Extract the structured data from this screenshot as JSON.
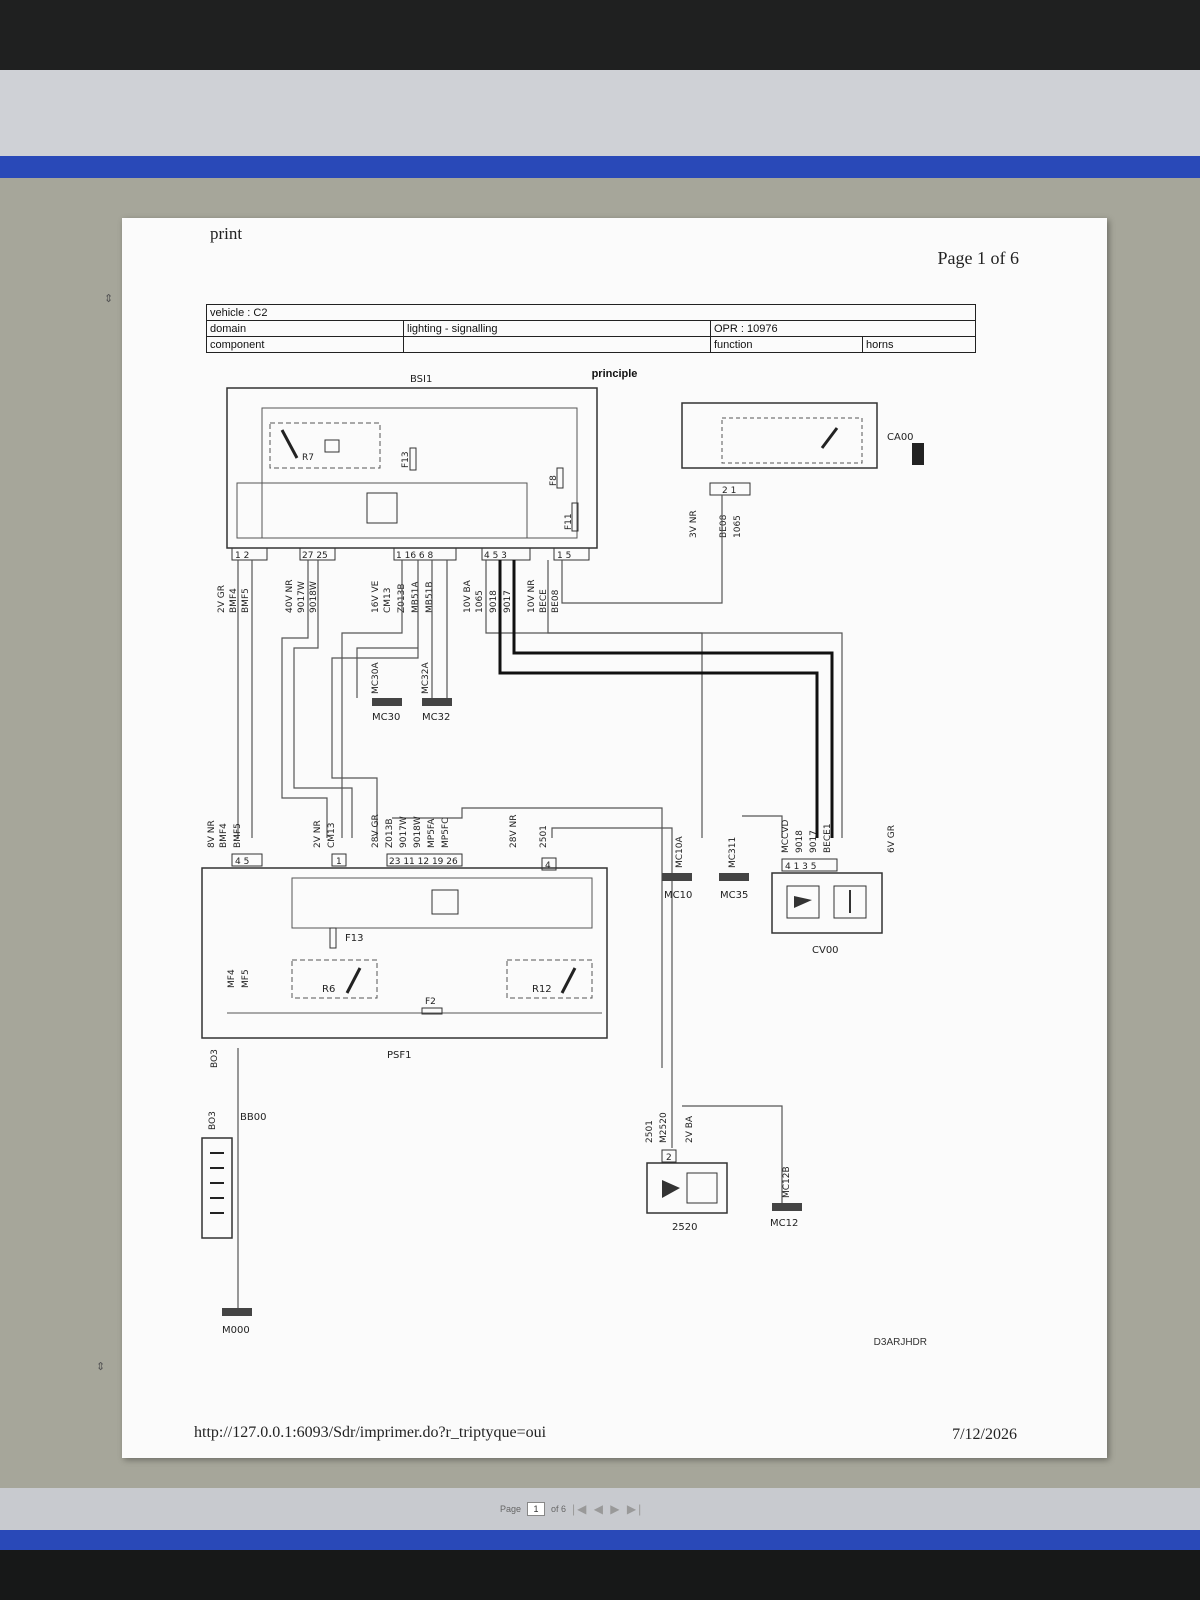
{
  "document": {
    "header_left": "print",
    "page_label": "Page 1 of 6",
    "footer_url": "http://127.0.0.1:6093/Sdr/imprimer.do?r_triptyque=oui",
    "footer_date": "7/12/2026",
    "drawing_code": "D3ARJHDR"
  },
  "info_table": {
    "vehicle": "vehicle : C2",
    "domain_label": "domain",
    "domain_value": "lighting - signalling",
    "opr": "OPR : 10976",
    "component_label": "component",
    "function_label": "function",
    "function_value": "horns"
  },
  "diagram": {
    "principle": "principle",
    "components": {
      "bsi": "BSI1",
      "ca00": "CA00",
      "psf1": "PSF1",
      "cv00": "CV00",
      "bb00": "BB00",
      "horn": "2520",
      "m000": "M000",
      "mc30": "MC30",
      "mc32": "MC32",
      "mc10": "MC10",
      "mc35": "MC35",
      "mc12": "MC12"
    },
    "internal": {
      "r7": "R7",
      "f13_top": "F13",
      "f8": "F8",
      "f11": "F11",
      "f13_psf": "F13",
      "r6": "R6",
      "r12": "R12",
      "f2": "F2",
      "mf4": "MF4",
      "mf5": "MF5",
      "bo3_a": "BO3",
      "bo3_b": "BO3"
    },
    "bsi_connectors": [
      {
        "id": "c2gr",
        "label": "2V GR",
        "pins": "1 2",
        "wires": [
          "BMF4",
          "BMF5"
        ]
      },
      {
        "id": "c40nr",
        "label": "40V NR",
        "pins": "27 25",
        "wires": [
          "9017W",
          "9018W"
        ]
      },
      {
        "id": "c16ve",
        "label": "16V VE",
        "pins": "1 16 6 8",
        "wires": [
          "CM13",
          "Z013B",
          "MB51A",
          "MB51B"
        ]
      },
      {
        "id": "c10ba",
        "label": "10V BA",
        "pins": "4 5 3",
        "wires": [
          "1065",
          "9018",
          "9017"
        ]
      },
      {
        "id": "c10nr",
        "label": "10V NR",
        "pins": "1 5",
        "wires": [
          "BECE",
          "BE08"
        ]
      }
    ],
    "ca00_connector": {
      "label": "3V NR",
      "pins": "2 1",
      "wires": [
        "BE08",
        "1065"
      ]
    },
    "psf_connectors": [
      {
        "id": "p8nr",
        "label": "8V NR",
        "pins": "4 5",
        "wires": [
          "BMF4",
          "BMF5"
        ]
      },
      {
        "id": "p2nr",
        "label": "2V NR",
        "pins": "1",
        "wires": [
          "CM13"
        ]
      },
      {
        "id": "p28gr",
        "label": "28V GR",
        "pins": "23 11 12 19 26",
        "wires": [
          "Z013B",
          "9017W",
          "9018W",
          "MP5FA",
          "MP5FC"
        ]
      },
      {
        "id": "p28nr",
        "label": "28V NR",
        "pins": "4",
        "wires": [
          "2501"
        ]
      }
    ],
    "cv00_connector": {
      "label": "6V GR",
      "pins": "4 1 3 5",
      "wires": [
        "MCCVD",
        "9018",
        "9017",
        "BECE1"
      ]
    },
    "grounds": {
      "mc30a": "MC30A",
      "mc32a": "MC32A",
      "mc10a": "MC10A",
      "mc311": "MC311",
      "mc12b": "MC12B"
    },
    "horn_connector": {
      "label": "2V BA",
      "pins": "2",
      "wires": [
        "2501",
        "M2520"
      ]
    }
  },
  "pager": {
    "prefix": "Page",
    "current": "1",
    "suffix": "of 6",
    "nav": "|◀ ◀ ▶ ▶|"
  }
}
